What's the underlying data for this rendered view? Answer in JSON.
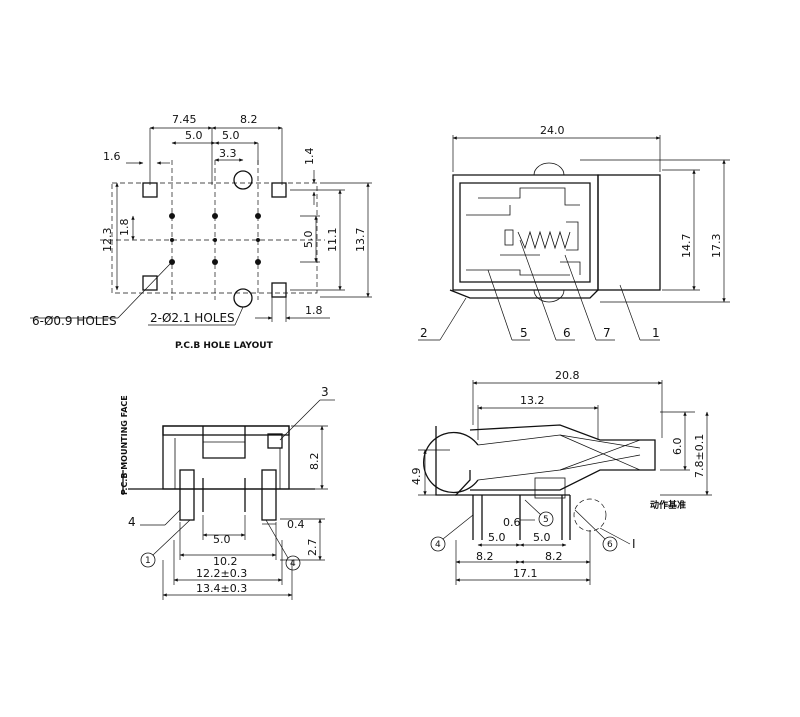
{
  "pcb_layout": {
    "caption": "P.C.B HOLE LAYOUT",
    "dims": {
      "d_7_45": "7.45",
      "d_8_2_top": "8.2",
      "d_5_0_a": "5.0",
      "d_5_0_b": "5.0",
      "d_3_3": "3.3",
      "d_1_6": "1.6",
      "d_1_4": "1.4",
      "d_12_3": "12.3",
      "d_1_8_v": "1.8",
      "d_5_0_v": "5.0",
      "d_11_1": "11.1",
      "d_13_7": "13.7",
      "d_1_8_h": "1.8"
    },
    "holes_small": "6-Ø0.9 HOLES",
    "holes_large": "2-Ø2.1 HOLES"
  },
  "side_view": {
    "dims": {
      "d_24_0": "24.0",
      "d_14_7": "14.7",
      "d_17_3": "17.3"
    },
    "callouts": [
      "2",
      "5",
      "6",
      "7",
      "1"
    ]
  },
  "front_view": {
    "mounting_face": "P.C.B MOUNTING FACE",
    "dims": {
      "d_8_2": "8.2",
      "d_5_0": "5.0",
      "d_0_4": "0.4",
      "d_10_2": "10.2",
      "d_2_7": "2.7",
      "d_12_2": "12.2±0.3",
      "d_13_4": "13.4±0.3"
    },
    "callouts": {
      "c3": "3",
      "c4": "4",
      "pin1": "1",
      "pin4": "4"
    }
  },
  "switch_view": {
    "dims": {
      "d_20_8": "20.8",
      "d_13_2": "13.2",
      "d_4_9": "4.9",
      "d_6_0": "6.0",
      "d_7_8": "7.8±0.1",
      "d_0_6": "0.6",
      "d_5_0_a": "5.0",
      "d_5_0_b": "5.0",
      "d_8_2_a": "8.2",
      "d_8_2_b": "8.2",
      "d_17_1": "17.1"
    },
    "action_ref": "动作基准",
    "callouts": {
      "pin4": "4",
      "pin5": "5",
      "pin6": "6",
      "detail": "I"
    }
  }
}
